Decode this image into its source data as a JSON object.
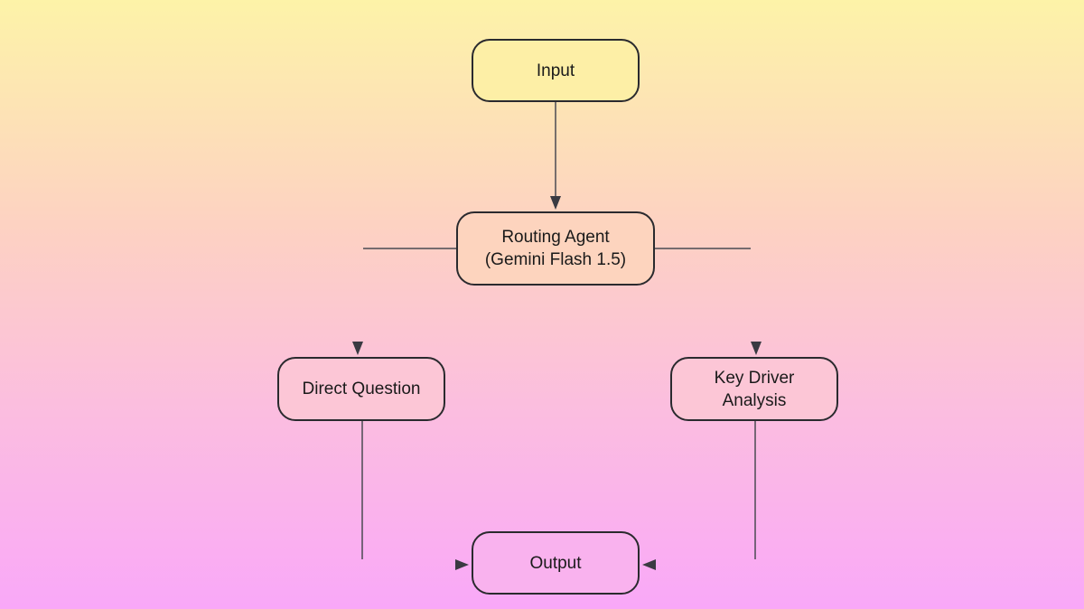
{
  "diagram": {
    "nodes": {
      "input": {
        "label": "Input",
        "fill": "#fdefa6"
      },
      "routing_agent": {
        "label": "Routing Agent\n(Gemini Flash 1.5)",
        "fill": "#fdd4be"
      },
      "direct_question": {
        "label": "Direct Question",
        "fill": "#fcc6d6"
      },
      "key_driver": {
        "label": "Key Driver\nAnalysis",
        "fill": "#fcc6d6"
      },
      "output": {
        "label": "Output",
        "fill": "#f9b2ee"
      }
    },
    "edges": [
      {
        "from": "Input",
        "to": "Routing Agent"
      },
      {
        "from": "Routing Agent",
        "to": "Direct Question"
      },
      {
        "from": "Routing Agent",
        "to": "Key Driver Analysis"
      },
      {
        "from": "Direct Question",
        "to": "Output"
      },
      {
        "from": "Key Driver Analysis",
        "to": "Output"
      }
    ],
    "colors": {
      "border": "#2a2a2e",
      "connector": "#4a4a52",
      "background_top": "#fdf3a8",
      "background_bottom": "#f9a8f8"
    }
  }
}
